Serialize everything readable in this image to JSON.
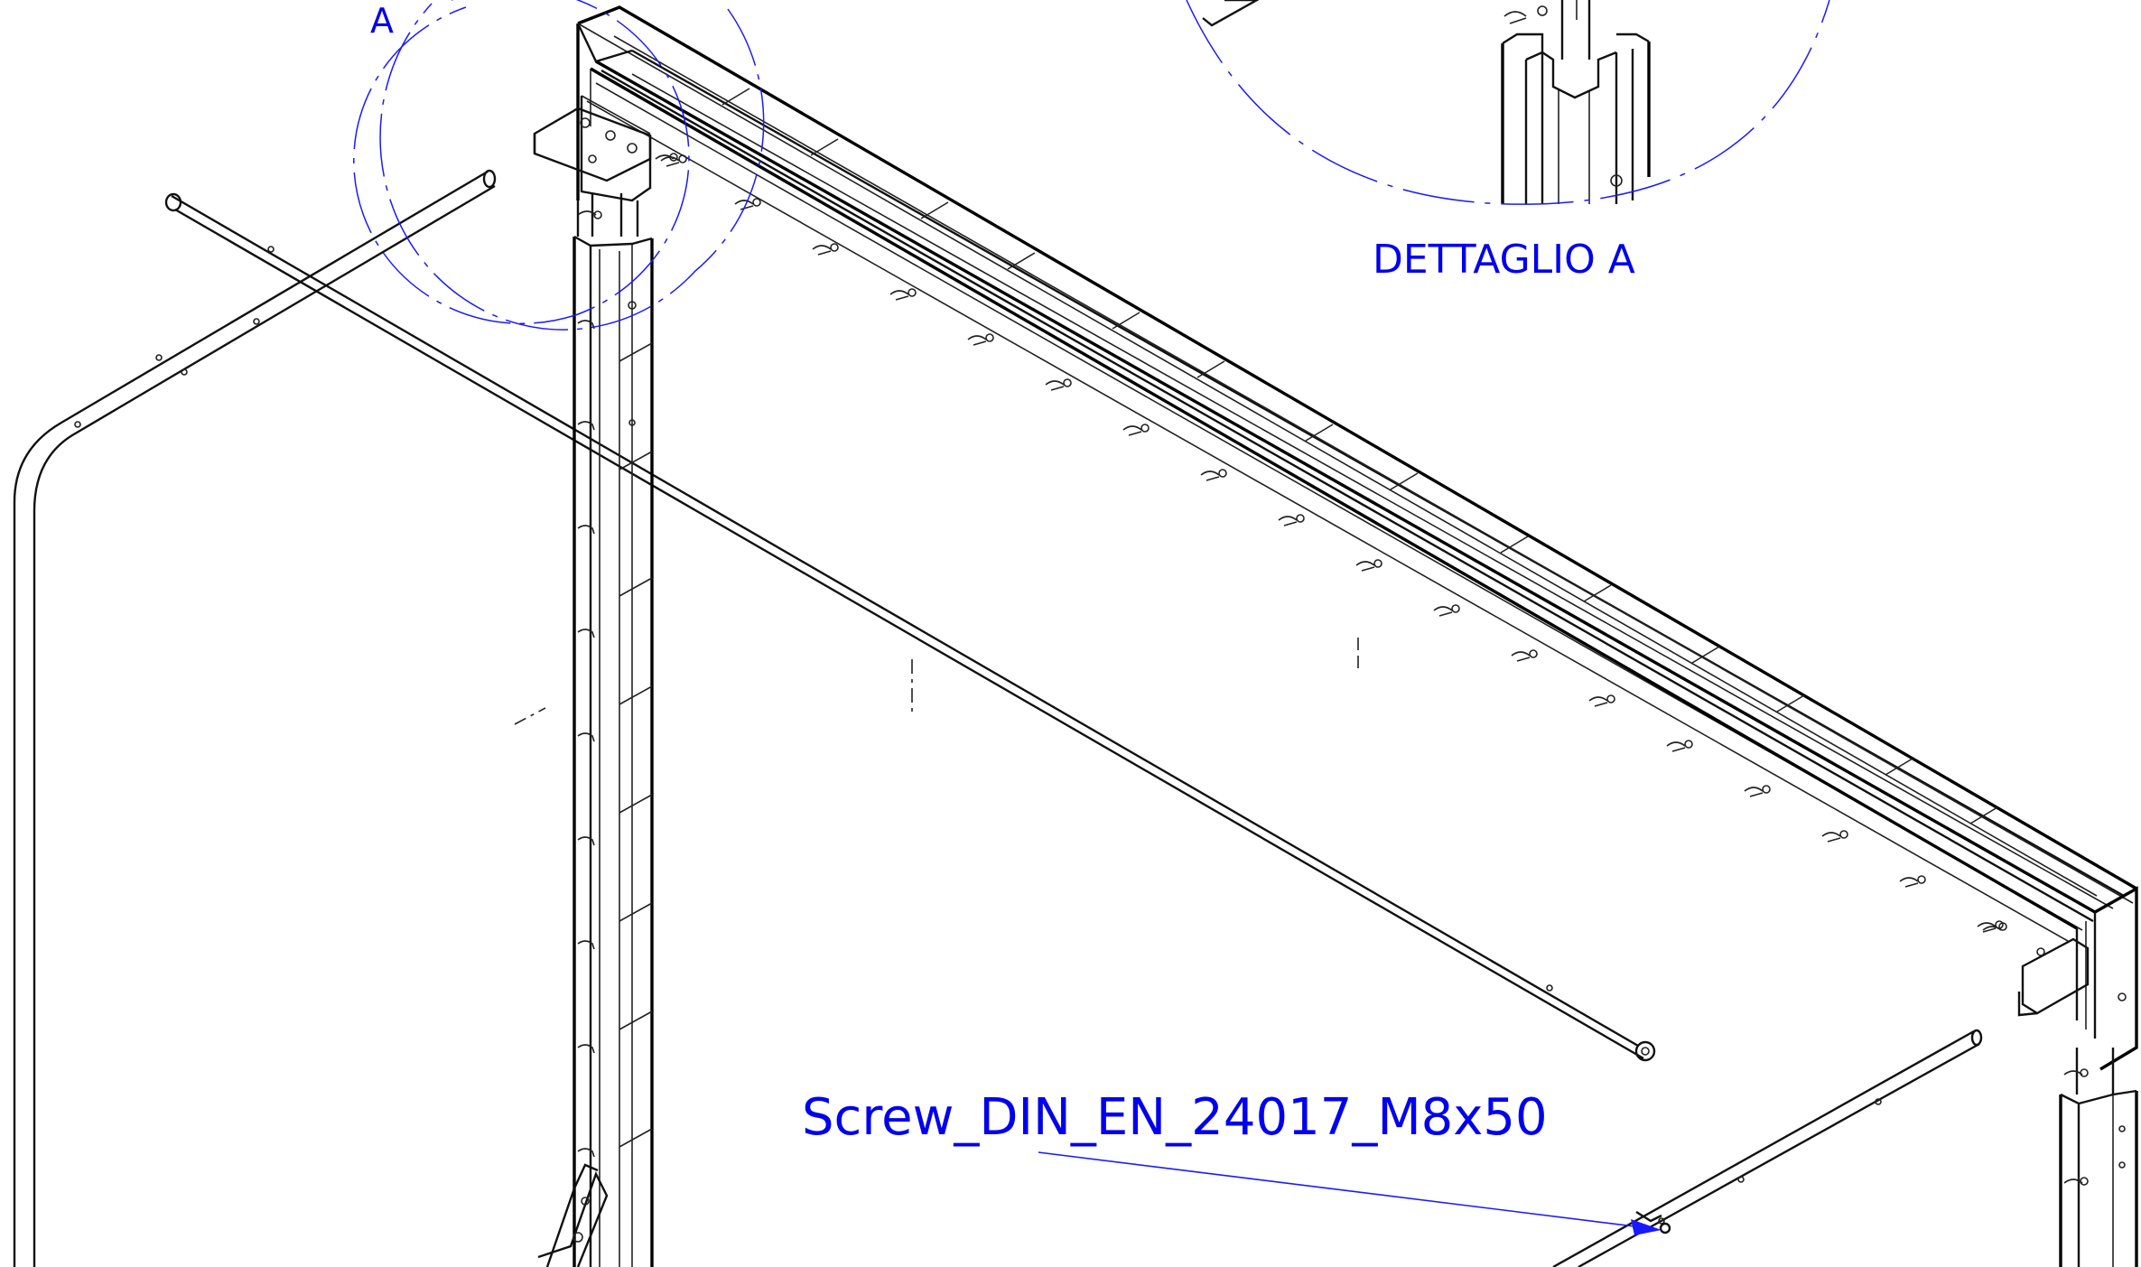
{
  "labels": {
    "detail_marker": "A",
    "detail_title": "DETTAGLIO A",
    "part_callout": "Screw_DIN_EN_24017_M8x50"
  },
  "colors": {
    "annotation": "#0000ee",
    "linework": "#111111",
    "background": "#ffffff"
  }
}
